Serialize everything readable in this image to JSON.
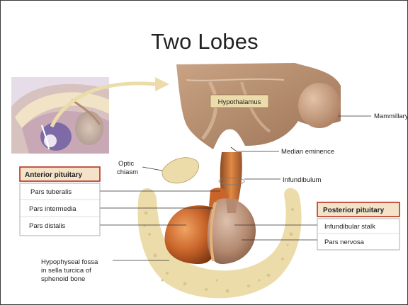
{
  "slide": {
    "title": "Two Lobes"
  },
  "labels": {
    "hypothalamus": "Hypothalamus",
    "mammillary_body": "Mammillary body",
    "median_eminence": "Median eminence",
    "optic_chiasm_line1": "Optic",
    "optic_chiasm_line2": "chiasm",
    "infundibulum": "Infundibulum",
    "infundibular_stalk": "Infundibular stalk",
    "pars_nervosa": "Pars nervosa",
    "fossa_line1": "Hypophyseal fossa",
    "fossa_line2": "in sella turcica of",
    "fossa_line3": "sphenoid bone"
  },
  "anterior_box": {
    "title": "Anterior pituitary",
    "items": [
      "Pars tuberalis",
      "Pars intermedia",
      "Pars distalis"
    ]
  },
  "posterior_box": {
    "title": "Posterior pituitary"
  },
  "colors": {
    "title_box_fill": "#f4e3c8",
    "title_box_border": "#b8321e",
    "anterior_lobe": "#c9652a",
    "posterior_lobe": "#c7a089",
    "hypothalamus": "#b38a6d",
    "bone": "#ecdcaa"
  }
}
